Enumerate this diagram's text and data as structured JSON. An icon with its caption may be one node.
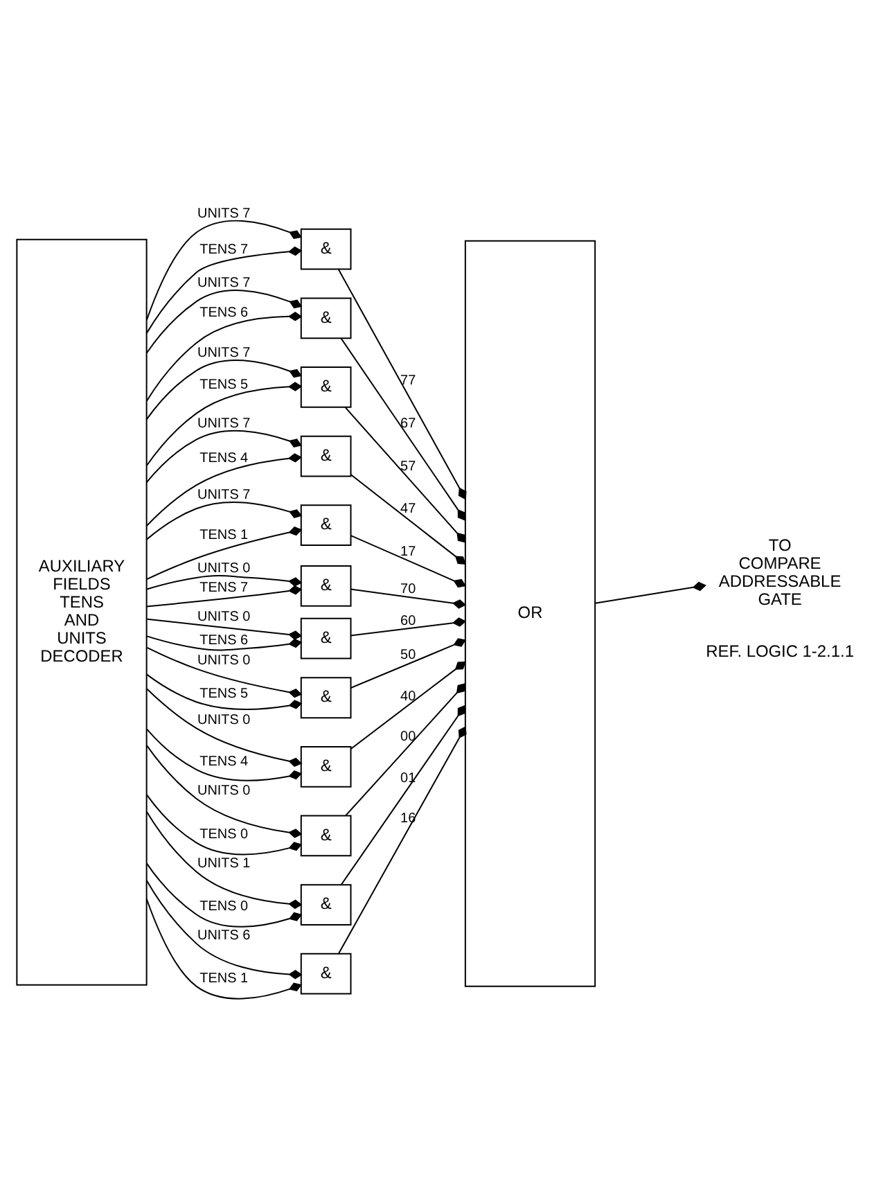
{
  "diagram": {
    "nodes": [
      {
        "text": [
          "AUXILIARY FIELDS TENS AND UNITS DECODER"
        ]
      },
      {
        "text": [
          "&"
        ]
      },
      {
        "text": [
          "&"
        ]
      },
      {
        "text": [
          "&"
        ]
      },
      {
        "text": [
          "&"
        ]
      },
      {
        "text": [
          "&"
        ]
      },
      {
        "text": [
          "&"
        ]
      },
      {
        "text": [
          "&"
        ]
      },
      {
        "text": [
          "&"
        ]
      },
      {
        "text": [
          "&"
        ]
      },
      {
        "text": [
          "&"
        ]
      },
      {
        "text": [
          "&"
        ]
      },
      {
        "text": [
          "&"
        ]
      },
      {
        "text": [
          "OR"
        ]
      },
      {
        "text": [
          "TO COMPARE ADDRESSABLE GATE"
        ]
      }
    ],
    "edges": [
      {
        "from": 0,
        "to": 1,
        "arrow": "other",
        "label": "UNITS 7"
      },
      {
        "from": 0,
        "to": 1,
        "arrow": "other",
        "label": "TENS 7"
      },
      {
        "from": 1,
        "to": 13,
        "arrow": "other",
        "label": "77"
      },
      {
        "from": 0,
        "to": 2,
        "arrow": "other",
        "label": "UNITS 7"
      },
      {
        "from": 0,
        "to": 2,
        "arrow": "other",
        "label": "TENS 6"
      },
      {
        "from": 2,
        "to": 13,
        "arrow": "other",
        "label": "67"
      },
      {
        "from": 0,
        "to": 3,
        "arrow": "other",
        "label": "UNITS 7"
      },
      {
        "from": 0,
        "to": 3,
        "arrow": "other",
        "label": "TENS 5"
      },
      {
        "from": 3,
        "to": 13,
        "arrow": "other",
        "label": "57"
      },
      {
        "from": 0,
        "to": 4,
        "arrow": "other",
        "label": "UNITS 7"
      },
      {
        "from": 0,
        "to": 4,
        "arrow": "other",
        "label": "TENS 4"
      },
      {
        "from": 4,
        "to": 13,
        "arrow": "other",
        "label": "47"
      },
      {
        "from": 0,
        "to": 5,
        "arrow": "other",
        "label": "UNITS 7"
      },
      {
        "from": 0,
        "to": 5,
        "arrow": "other",
        "label": "TENS 1"
      },
      {
        "from": 5,
        "to": 13,
        "arrow": "other",
        "label": "17"
      },
      {
        "from": 0,
        "to": 6,
        "arrow": "other",
        "label": "UNITS 0"
      },
      {
        "from": 0,
        "to": 6,
        "arrow": "other",
        "label": "TENS 7"
      },
      {
        "from": 6,
        "to": 13,
        "arrow": "other",
        "label": "70"
      },
      {
        "from": 0,
        "to": 7,
        "arrow": "other",
        "label": "UNITS 0"
      },
      {
        "from": 0,
        "to": 7,
        "arrow": "other",
        "label": "TENS 6"
      },
      {
        "from": 7,
        "to": 13,
        "arrow": "other",
        "label": "60"
      },
      {
        "from": 0,
        "to": 8,
        "arrow": "other",
        "label": "UNITS 0"
      },
      {
        "from": 0,
        "to": 8,
        "arrow": "other",
        "label": "TENS 5"
      },
      {
        "from": 8,
        "to": 13,
        "arrow": "other",
        "label": "50"
      },
      {
        "from": 0,
        "to": 9,
        "arrow": "other",
        "label": "UNITS 0"
      },
      {
        "from": 0,
        "to": 9,
        "arrow": "other",
        "label": "TENS 4"
      },
      {
        "from": 9,
        "to": 13,
        "arrow": "other",
        "label": "40"
      },
      {
        "from": 0,
        "to": 10,
        "arrow": "other",
        "label": "UNITS 0"
      },
      {
        "from": 0,
        "to": 10,
        "arrow": "other",
        "label": "TENS 0"
      },
      {
        "from": 10,
        "to": 13,
        "arrow": "other",
        "label": "00"
      },
      {
        "from": 0,
        "to": 11,
        "arrow": "other",
        "label": "UNITS 1"
      },
      {
        "from": 0,
        "to": 11,
        "arrow": "other",
        "label": "TENS 0"
      },
      {
        "from": 11,
        "to": 13,
        "arrow": "other",
        "label": "01"
      },
      {
        "from": 0,
        "to": 12,
        "arrow": "other",
        "label": "UNITS 6"
      },
      {
        "from": 0,
        "to": 12,
        "arrow": "other",
        "label": "TENS 1"
      },
      {
        "from": 12,
        "to": 13,
        "arrow": "other",
        "label": "16"
      },
      {
        "from": 13,
        "to": 14,
        "arrow": "other"
      }
    ],
    "labels": [
      "REF. LOGIC 1-2.1.1"
    ]
  }
}
